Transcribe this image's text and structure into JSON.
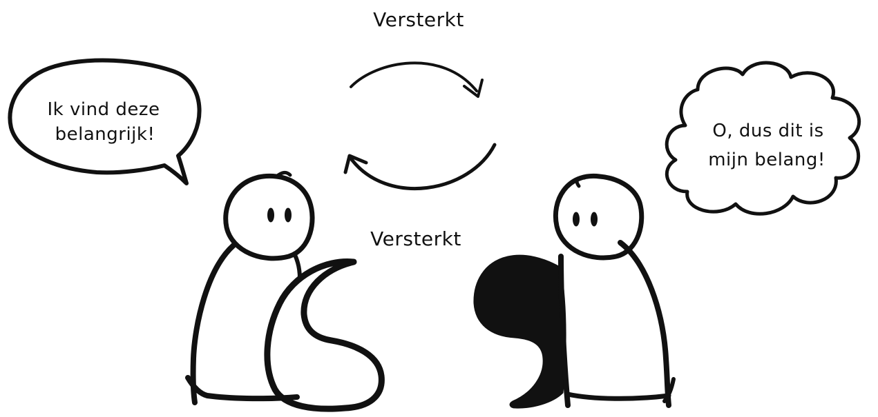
{
  "labels": {
    "top": "Versterkt",
    "middle": "Versterkt"
  },
  "speech_bubble": {
    "line1": "Ik vind deze",
    "line2": "belangrijk!"
  },
  "thought_bubble": {
    "line1": "O, dus dit is",
    "line2": "mijn belang!"
  },
  "colors": {
    "ink": "#111111",
    "background": "#ffffff"
  }
}
